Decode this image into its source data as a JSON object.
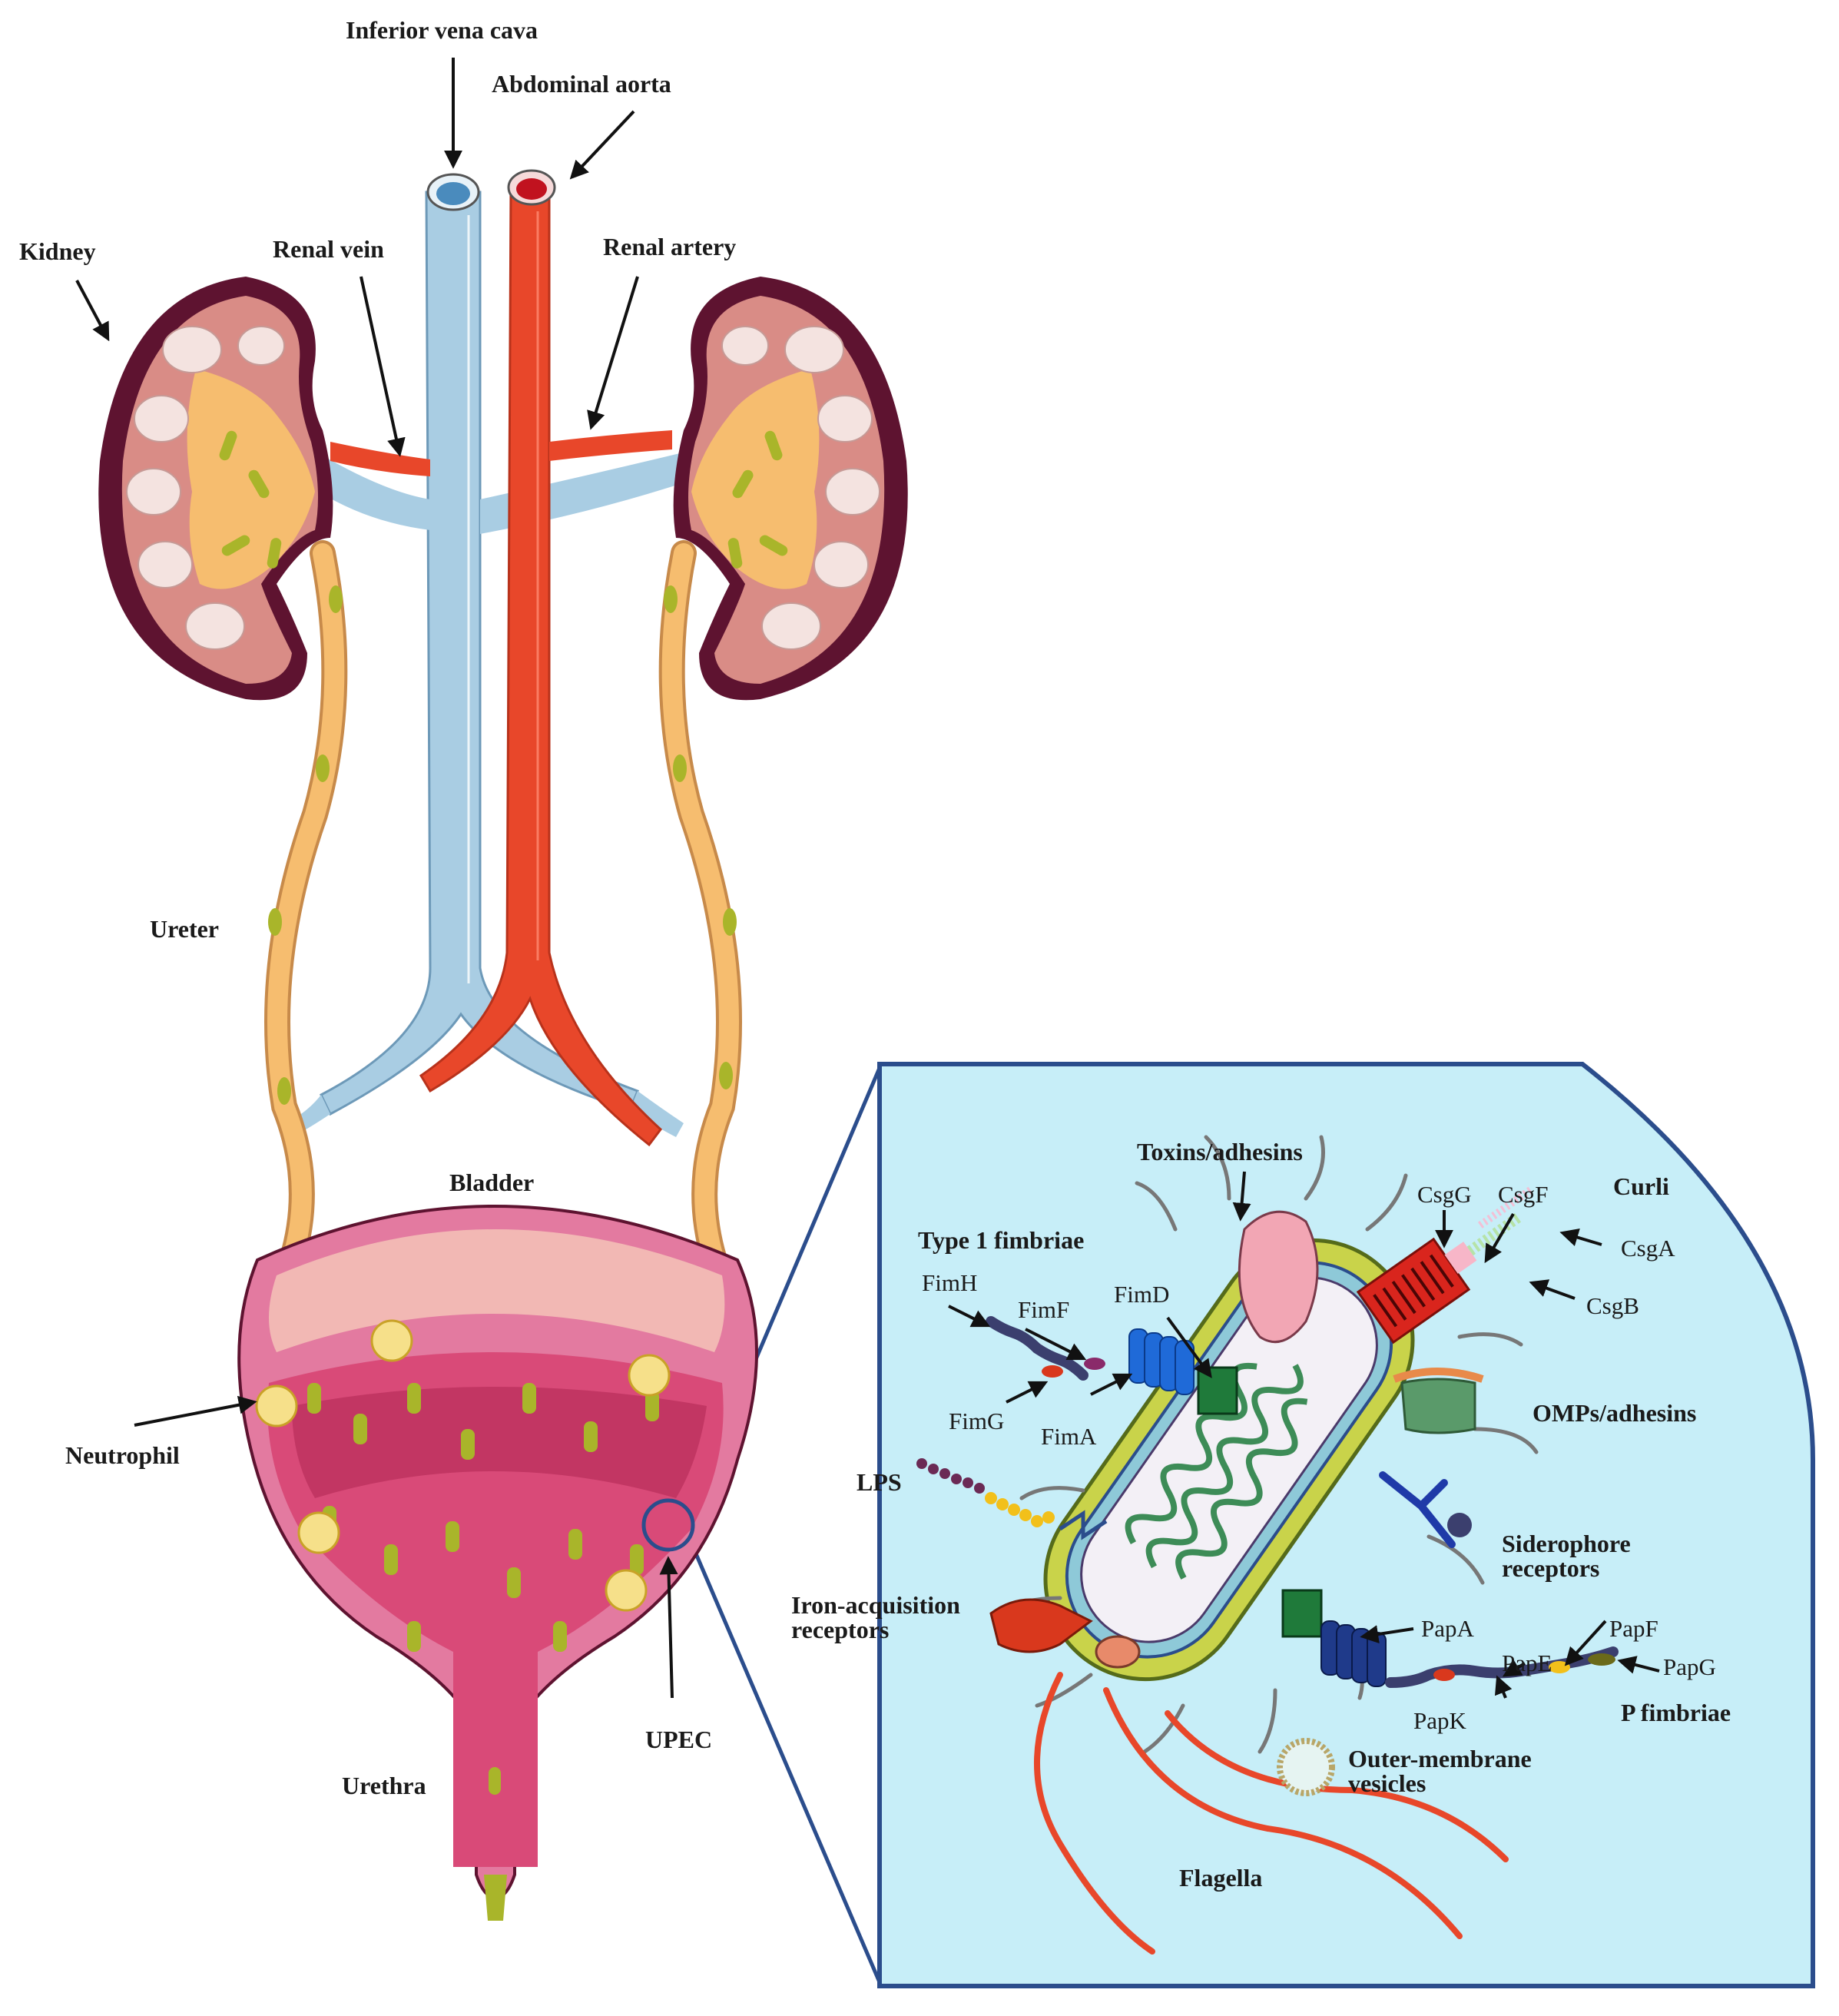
{
  "colors": {
    "vein": "#a9cde3",
    "artery": "#e8472a",
    "kidney_outer": "#5e1330",
    "kidney_cortex": "#d98c86",
    "kidney_pelvis": "#f6bd6f",
    "bacteria_green": "#a9b52a",
    "bladder_tissue": "#d94a78",
    "inset_bg": "#c7eef8",
    "inset_border": "#2b4d8c",
    "cell_wall": "#c9d34a"
  },
  "anatomy": {
    "inferior_vena_cava": "Inferior vena cava",
    "abdominal_aorta": "Abdominal aorta",
    "kidney": "Kidney",
    "renal_vein": "Renal vein",
    "renal_artery": "Renal artery",
    "ureter": "Ureter",
    "bladder": "Bladder",
    "neutrophil": "Neutrophil",
    "upec": "UPEC",
    "urethra": "Urethra"
  },
  "inset": {
    "toxins_adhesins": "Toxins/adhesins",
    "curli": "Curli",
    "csgG": "CsgG",
    "csgF": "CsgF",
    "csgA": "CsgA",
    "csgB": "CsgB",
    "type1_fimbriae": "Type 1 fimbriae",
    "fimH": "FimH",
    "fimF": "FimF",
    "fimD": "FimD",
    "fimG": "FimG",
    "fimA": "FimA",
    "omps_adhesins": "OMPs/adhesins",
    "lps": "LPS",
    "siderophore_line1": "Siderophore",
    "siderophore_line2": "receptors",
    "iron_line1": "Iron-acquisition",
    "iron_line2": "receptors",
    "papA": "PapA",
    "papF": "PapF",
    "papE": "PapE",
    "papG": "PapG",
    "papK": "PapK",
    "p_fimbriae": "P fimbriae",
    "omv_line1": "Outer-membrane",
    "omv_line2": "vesicles",
    "flagella": "Flagella"
  }
}
